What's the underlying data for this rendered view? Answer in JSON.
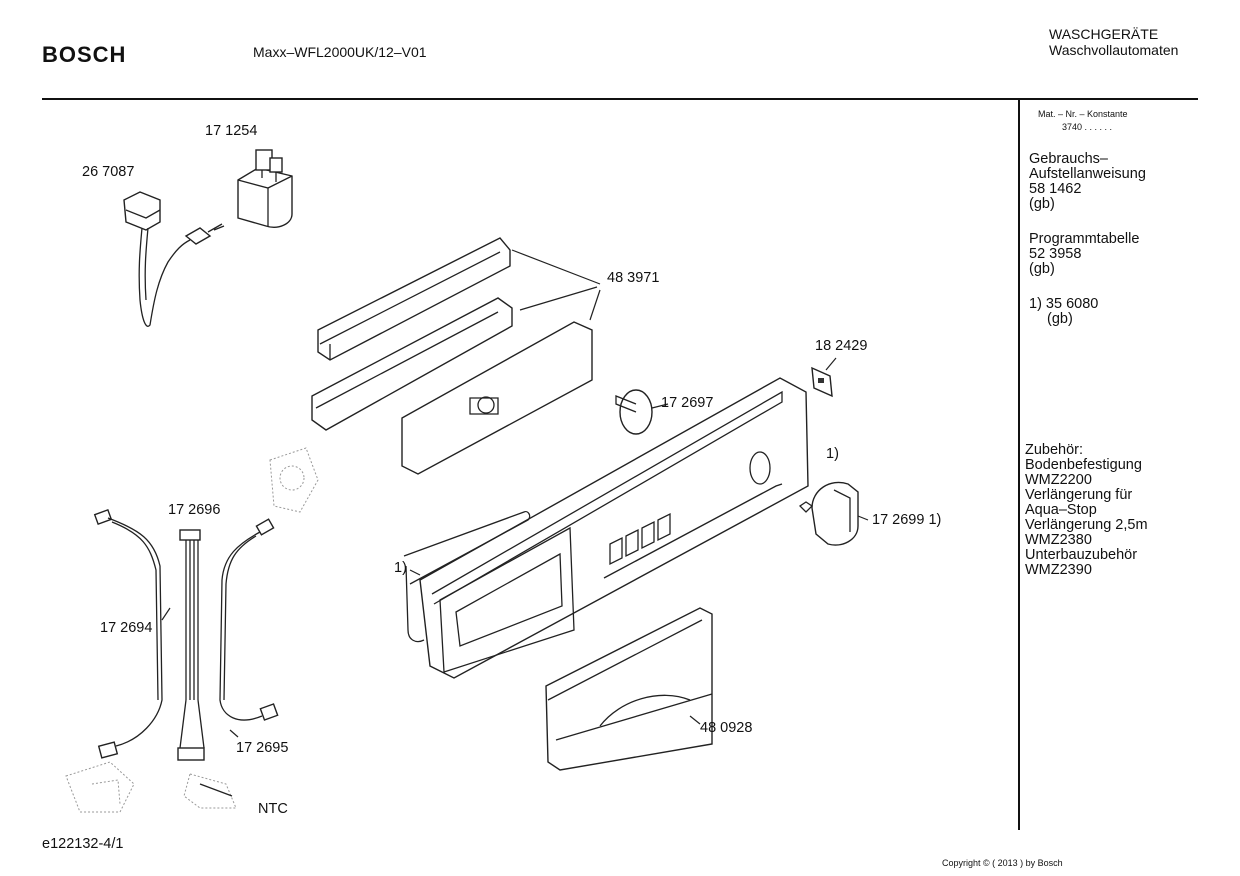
{
  "header": {
    "brand": "BOSCH",
    "model": "Maxx–WFL2000UK/12–V01",
    "category_line1": "WASCHGERÄTE",
    "category_line2": "Waschvollautomaten"
  },
  "sidebar": {
    "mat_label": "Mat. – Nr. – Konstante",
    "mat_value": "3740 . .   . . . .",
    "manual_title_1": "Gebrauchs–",
    "manual_title_2": "Aufstellanweisung",
    "manual_number": "58 1462",
    "manual_lang": "(gb)",
    "program_title": "Programmtabelle",
    "program_number": "52 3958",
    "program_lang": "(gb)",
    "note_1": "1)  35 6080",
    "note_2": "(gb)",
    "accessories": [
      "Zubehör:",
      "Bodenbefestigung",
      "WMZ2200",
      "Verlängerung für",
      "Aqua–Stop",
      "Verlängerung 2,5m",
      "WMZ2380",
      "Unterbauzubehör",
      "WMZ2390"
    ]
  },
  "parts": {
    "p267087": "26 7087",
    "p171254": "17 1254",
    "p483971": "48 3971",
    "p182429": "18 2429",
    "p172697": "17 2697",
    "note1_a": "1)",
    "p172699": "17 2699 1)",
    "p172696": "17 2696",
    "note1_b": "1)",
    "p172694": "17 2694",
    "p172695": "17 2695",
    "p480928": "48 0928",
    "ntc": "NTC"
  },
  "footer": {
    "drawing_id": "e122132-4/1",
    "copyright": "Copyright © ( 2013 ) by Bosch"
  }
}
